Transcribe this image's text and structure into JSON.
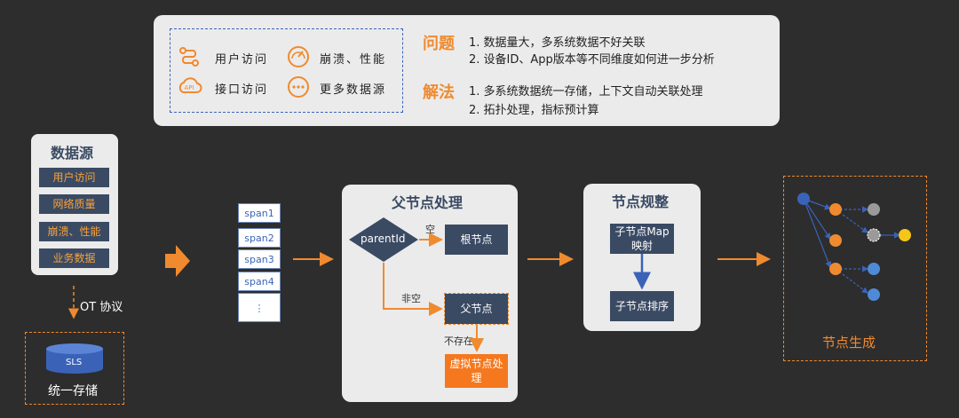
{
  "top_panel": {
    "sources": [
      {
        "label": "用户访问",
        "icon": "route-icon"
      },
      {
        "label": "崩溃、性能",
        "icon": "gauge-icon"
      },
      {
        "label": "接口访问",
        "icon": "api-cloud-icon"
      },
      {
        "label": "更多数据源",
        "icon": "more-icon"
      }
    ],
    "problem_title": "问题",
    "problems": [
      "1. 数据量大，多系统数据不好关联",
      "2. 设备ID、App版本等不同维度如何进一步分析"
    ],
    "solution_title": "解法",
    "solutions": [
      "1. 多系统数据统一存储，上下文自动关联处理",
      "2. 拓扑处理，指标预计算"
    ]
  },
  "datasource": {
    "title": "数据源",
    "items": [
      "用户访问",
      "网络质量",
      "崩溃、性能",
      "业务数据"
    ]
  },
  "protocol_label": "OT 协议",
  "storage": {
    "cylinder_label": "SLS",
    "title": "统一存储"
  },
  "spans": [
    "span1",
    "span2",
    "span3",
    "span4",
    "⋮"
  ],
  "parent": {
    "title": "父节点处理",
    "decision": "parentId",
    "empty_label": "空",
    "root_node": "根节点",
    "nonempty_label": "非空",
    "parent_node": "父节点",
    "missing_label": "不存在",
    "virtual_line1": "虚拟节点处",
    "virtual_line2": "理"
  },
  "normalize": {
    "title": "节点规整",
    "map_line1": "子节点Map",
    "map_line2": "映射",
    "sort": "子节点排序"
  },
  "generate": {
    "title": "节点生成"
  },
  "colors": {
    "orange": "#f08a2e",
    "blue": "#3a63b8",
    "navy": "#3a4a63",
    "gray": "#9a9a9a",
    "yellow": "#f5c518"
  }
}
